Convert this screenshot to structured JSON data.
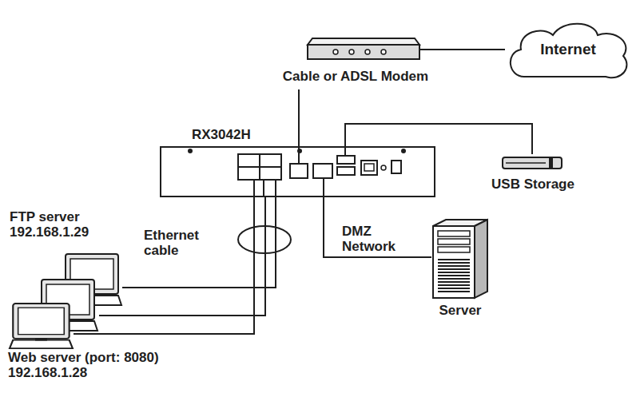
{
  "diagram": {
    "nodes": [
      {
        "text": [
          "Internet"
        ]
      },
      {
        "text": [
          "Cable or ADSL Modem"
        ]
      },
      {
        "text": [
          "RX3042H"
        ]
      },
      {
        "text": [
          "USB Storage"
        ]
      },
      {
        "text": [
          "FTP server 192.168.1.29"
        ]
      },
      {
        "text": [
          "Server"
        ]
      },
      {
        "text": [
          "Web server (port: 8080) 192.168.1.28"
        ]
      }
    ],
    "edges": [
      {
        "from": 0,
        "to": 1,
        "arrow": "none"
      },
      {
        "from": 1,
        "to": 2,
        "arrow": "none"
      },
      {
        "from": 2,
        "to": 3,
        "arrow": "none"
      },
      {
        "from": 2,
        "to": 4,
        "arrow": "none"
      },
      {
        "from": 2,
        "to": 5,
        "arrow": "none"
      },
      {
        "from": 2,
        "to": 6,
        "arrow": "none"
      }
    ],
    "labels": [
      "Ethernet cable",
      "DMZ Network"
    ]
  }
}
